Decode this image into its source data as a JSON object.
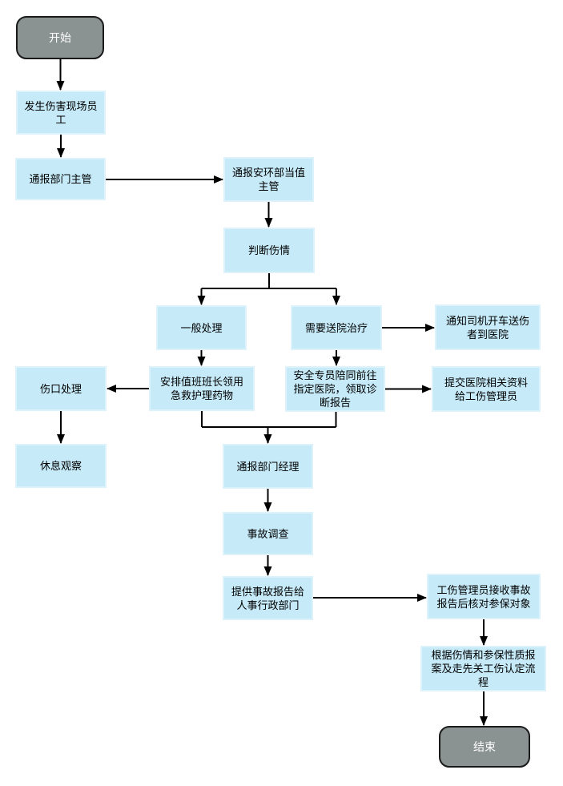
{
  "diagram": {
    "type": "flowchart",
    "language": "zh-CN",
    "colors": {
      "background": "#ffffff",
      "process_fill": "#c6eaf8",
      "process_border": "#def2fb",
      "terminator_fill": "#8b9292",
      "terminator_border": "#1a1a1a",
      "terminator_text": "#ffffff",
      "process_text": "#000000",
      "arrow": "#000000"
    },
    "nodes": {
      "start": {
        "label": "开始",
        "type": "terminator"
      },
      "scene_staff": {
        "label": "发生伤害现场员\n工",
        "type": "process"
      },
      "dept_supervisor": {
        "label": "通报部门主管",
        "type": "process"
      },
      "ehs_supervisor": {
        "label": "通报安环部当值\n主管",
        "type": "process"
      },
      "assess_injury": {
        "label": "判断伤情",
        "type": "process"
      },
      "general_treatment": {
        "label": "一般处理",
        "type": "process"
      },
      "hospital_needed": {
        "label": "需要送院治疗",
        "type": "process"
      },
      "notify_driver": {
        "label": "通知司机开车送伤\n者到医院",
        "type": "process"
      },
      "first_aid_supplies": {
        "label": "安排值班班长领用\n急救护理药物",
        "type": "process"
      },
      "escort_hospital": {
        "label": "安全专员陪同前往\n指定医院，领取诊\n断报告",
        "type": "process"
      },
      "submit_materials": {
        "label": "提交医院相关资料\n给工伤管理员",
        "type": "process"
      },
      "wound_care": {
        "label": "伤口处理",
        "type": "process"
      },
      "rest_observe": {
        "label": "休息观察",
        "type": "process"
      },
      "dept_manager": {
        "label": "通报部门经理",
        "type": "process"
      },
      "investigation": {
        "label": "事故调查",
        "type": "process"
      },
      "report_hr": {
        "label": "提供事故报告给\n人事行政部门",
        "type": "process"
      },
      "injury_admin_check": {
        "label": "工伤管理员接收事故\n报告后核对参保对象",
        "type": "process"
      },
      "file_claim": {
        "label": "根据伤情和参保性质报\n案及走先关工伤认定流\n程",
        "type": "process"
      },
      "end": {
        "label": "结束",
        "type": "terminator"
      }
    },
    "edges": [
      {
        "from": "start",
        "to": "scene_staff"
      },
      {
        "from": "scene_staff",
        "to": "dept_supervisor"
      },
      {
        "from": "dept_supervisor",
        "to": "ehs_supervisor"
      },
      {
        "from": "ehs_supervisor",
        "to": "assess_injury"
      },
      {
        "from": "assess_injury",
        "to": "general_treatment"
      },
      {
        "from": "assess_injury",
        "to": "hospital_needed"
      },
      {
        "from": "hospital_needed",
        "to": "notify_driver"
      },
      {
        "from": "general_treatment",
        "to": "first_aid_supplies"
      },
      {
        "from": "hospital_needed",
        "to": "escort_hospital"
      },
      {
        "from": "first_aid_supplies",
        "to": "wound_care"
      },
      {
        "from": "escort_hospital",
        "to": "submit_materials"
      },
      {
        "from": "wound_care",
        "to": "rest_observe"
      },
      {
        "from": "first_aid_supplies",
        "to": "dept_manager"
      },
      {
        "from": "escort_hospital",
        "to": "dept_manager"
      },
      {
        "from": "dept_manager",
        "to": "investigation"
      },
      {
        "from": "investigation",
        "to": "report_hr"
      },
      {
        "from": "report_hr",
        "to": "injury_admin_check"
      },
      {
        "from": "injury_admin_check",
        "to": "file_claim"
      },
      {
        "from": "file_claim",
        "to": "end"
      }
    ]
  }
}
